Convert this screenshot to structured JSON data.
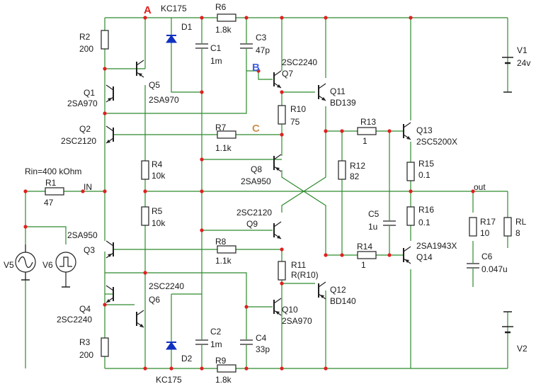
{
  "colors": {
    "wire": "#2e8b2e",
    "part": "#202020",
    "node": "#e02020",
    "blue": "#1010d0",
    "markA": "#e02020",
    "markB": "#4060e0",
    "markC": "#d09050"
  },
  "markers": {
    "a": "A",
    "b": "B",
    "c": "C"
  },
  "input": {
    "rin": "Rin=400 kOhm",
    "in_label": "IN",
    "out_label": "out"
  },
  "sources": {
    "v1": {
      "name": "V1",
      "value": "24v"
    },
    "v2": {
      "name": "V2"
    },
    "v5": {
      "name": "V5"
    },
    "v6": {
      "name": "V6"
    }
  },
  "zeners": {
    "d1": {
      "name": "D1",
      "type": "KC175"
    },
    "d2": {
      "name": "D2",
      "type": "KC175"
    }
  },
  "resistors": {
    "r1": {
      "name": "R1",
      "value": "47"
    },
    "r2": {
      "name": "R2",
      "value": "200"
    },
    "r3": {
      "name": "R3",
      "value": "200"
    },
    "r4": {
      "name": "R4",
      "value": "10k"
    },
    "r5": {
      "name": "R5",
      "value": "10k"
    },
    "r6": {
      "name": "R6",
      "value": "1.8k"
    },
    "r7": {
      "name": "R7",
      "value": "1.1k"
    },
    "r8": {
      "name": "R8",
      "value": "1.1k"
    },
    "r9": {
      "name": "R9",
      "value": "1.8k"
    },
    "r10": {
      "name": "R10",
      "value": "75"
    },
    "r11": {
      "name": "R11",
      "value": "R(R10)"
    },
    "r12": {
      "name": "R12",
      "value": "82"
    },
    "r13": {
      "name": "R13",
      "value": "1"
    },
    "r14": {
      "name": "R14",
      "value": "1"
    },
    "r15": {
      "name": "R15",
      "value": "0.1"
    },
    "r16": {
      "name": "R16",
      "value": "0.1"
    },
    "r17": {
      "name": "R17",
      "value": "10"
    },
    "rl": {
      "name": "RL",
      "value": "8"
    }
  },
  "capacitors": {
    "c1": {
      "name": "C1",
      "value": "1m"
    },
    "c2": {
      "name": "C2",
      "value": "1m"
    },
    "c3": {
      "name": "C3",
      "value": "47p"
    },
    "c4": {
      "name": "C4",
      "value": "33p"
    },
    "c5": {
      "name": "C5",
      "value": "1u"
    },
    "c6": {
      "name": "C6",
      "value": "0.047u"
    }
  },
  "transistors": {
    "q1": {
      "name": "Q1",
      "type": "2SA970"
    },
    "q2": {
      "name": "Q2",
      "type": "2SC2120"
    },
    "q3": {
      "name": "Q3",
      "type": "2SA950"
    },
    "q4": {
      "name": "Q4",
      "type": "2SC2240"
    },
    "q5": {
      "name": "Q5",
      "type": "2SA970"
    },
    "q6": {
      "name": "Q6",
      "type": "2SC2240"
    },
    "q7": {
      "name": "Q7",
      "type": "2SC2240"
    },
    "q8": {
      "name": "Q8",
      "type": "2SA950"
    },
    "q9": {
      "name": "Q9",
      "type": "2SC2120"
    },
    "q10": {
      "name": "Q10",
      "type": "2SA970"
    },
    "q11": {
      "name": "Q11",
      "type": "BD139"
    },
    "q12": {
      "name": "Q12",
      "type": "BD140"
    },
    "q13": {
      "name": "Q13",
      "type": "2SC5200X"
    },
    "q14": {
      "name": "Q14",
      "type": "2SA1943X"
    }
  }
}
